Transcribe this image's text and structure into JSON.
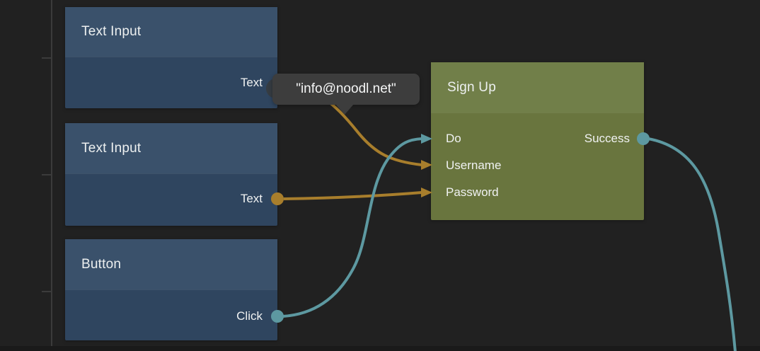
{
  "colors": {
    "background": "#212121",
    "bottom_strip": "#1a1a1a",
    "ruler_line": "#3b3b3b",
    "node_blue_header": "#3a516b",
    "node_blue_body": "#2f455f",
    "node_green_header": "#717f49",
    "node_green_body": "#69753e",
    "wire_orange": "#a87e2c",
    "wire_teal": "#5d99a1",
    "hidden_port_hover": "#363c42",
    "tooltip_bg": "#3d3d3d",
    "text": "#edf0f0"
  },
  "nodes": [
    {
      "id": "text-input-1",
      "title": "Text Input",
      "outputs": [
        {
          "label": "Text",
          "type_color": "#a87e2c"
        }
      ]
    },
    {
      "id": "text-input-2",
      "title": "Text Input",
      "outputs": [
        {
          "label": "Text",
          "type_color": "#a87e2c"
        }
      ]
    },
    {
      "id": "button-1",
      "title": "Button",
      "outputs": [
        {
          "label": "Click",
          "type_color": "#5d99a1"
        }
      ]
    },
    {
      "id": "sign-up",
      "title": "Sign Up",
      "inputs": [
        {
          "label": "Do",
          "type_color": "#5d99a1"
        },
        {
          "label": "Username",
          "type_color": "#a87e2c"
        },
        {
          "label": "Password",
          "type_color": "#a87e2c"
        }
      ],
      "outputs": [
        {
          "label": "Success",
          "type_color": "#5d99a1"
        }
      ]
    }
  ],
  "tooltip": {
    "text": "\"info@noodl.net\""
  },
  "connections": [
    {
      "from": "text-input-1.Text",
      "to": "sign-up.Username",
      "color": "#a87e2c"
    },
    {
      "from": "text-input-2.Text",
      "to": "sign-up.Password",
      "color": "#a87e2c"
    },
    {
      "from": "button-1.Click",
      "to": "sign-up.Do",
      "color": "#5d99a1"
    },
    {
      "from": "sign-up.Success",
      "to": "offscreen-bottom",
      "color": "#5d99a1"
    }
  ]
}
